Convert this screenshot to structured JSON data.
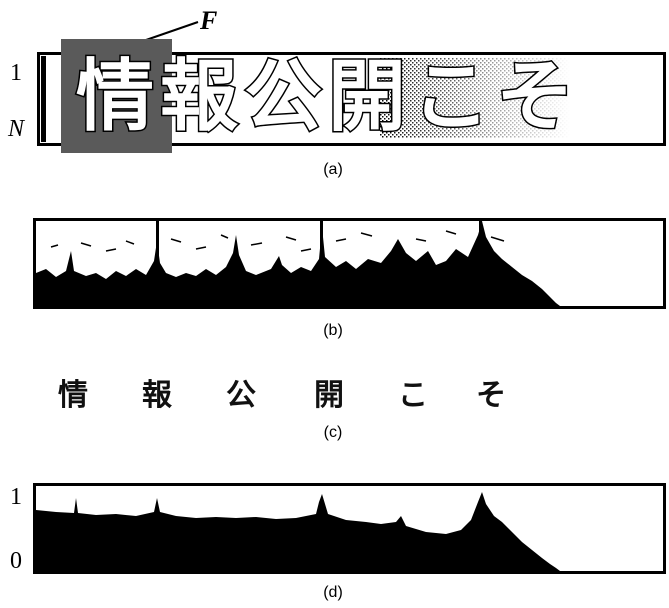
{
  "figure": {
    "panel_a": {
      "label_F": "F",
      "row_top": "1",
      "row_bottom": "N",
      "text": [
        "情",
        "報",
        "公",
        "開",
        "こ",
        "そ"
      ],
      "caption": "(a)"
    },
    "panel_b": {
      "caption": "(b)"
    },
    "panel_c": {
      "chars": [
        "情",
        "報",
        "公",
        "開",
        "こ",
        "そ"
      ],
      "caption": "(c)"
    },
    "panel_d": {
      "y_top": "1",
      "y_bottom": "0",
      "caption": "(d)"
    },
    "colors": {
      "ink": "#000000",
      "window": "#5a5a5a",
      "paper": "#ffffff"
    }
  }
}
